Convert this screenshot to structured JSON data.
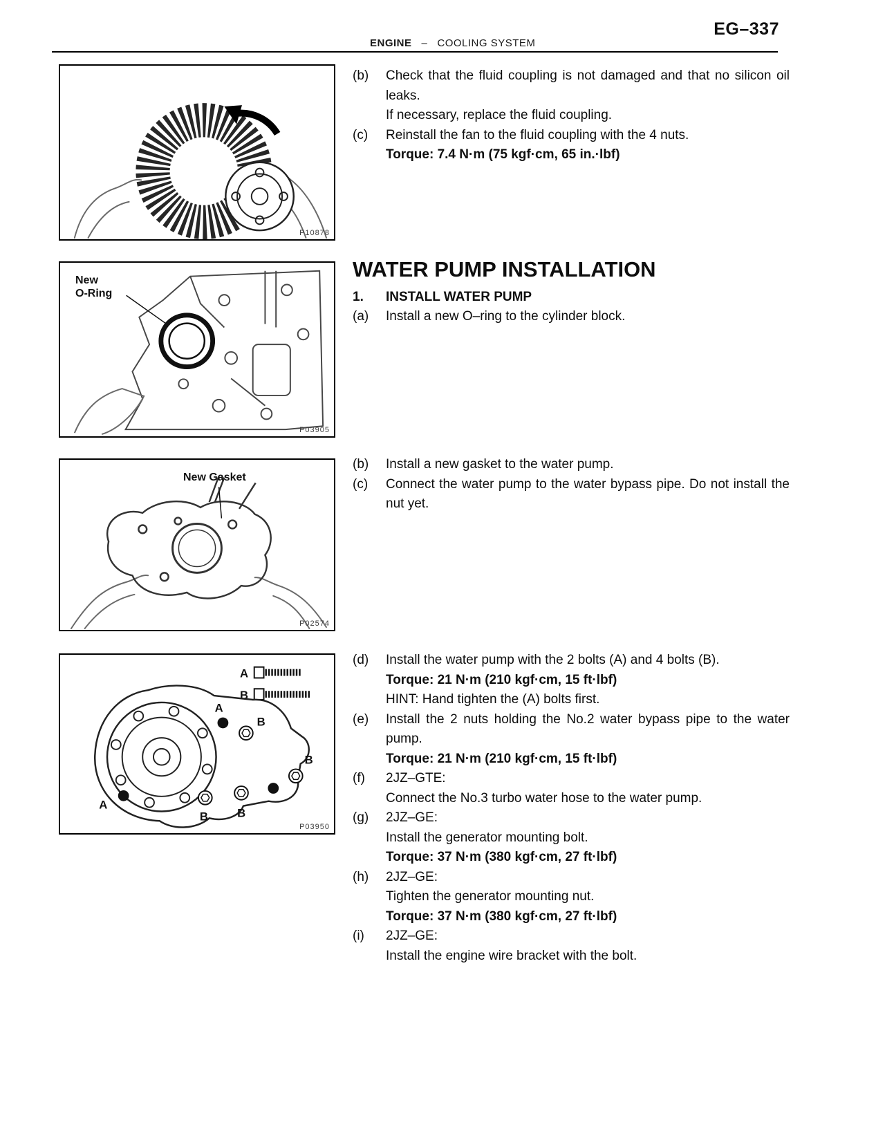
{
  "page": {
    "number": "EG–337",
    "header": {
      "left": "ENGINE",
      "separator": "–",
      "right": "COOLING SYSTEM"
    }
  },
  "figures": {
    "fan_coupling": {
      "code": "P10878"
    },
    "oring": {
      "code": "P03905",
      "label_line1": "New",
      "label_line2": "O-Ring"
    },
    "gasket": {
      "code": "P02574",
      "label": "New Gasket"
    },
    "pump_bolts": {
      "code": "P03950",
      "legend_a": "A",
      "legend_b": "B",
      "mark_a_top": "A",
      "mark_b_top": "B",
      "mark_b_right": "B",
      "mark_a_bottom": "A",
      "mark_b_bottom1": "B",
      "mark_b_bottom2": "B"
    }
  },
  "sections": {
    "fan": {
      "steps": [
        {
          "label": "(b)",
          "p1": "Check that the fluid coupling is not damaged and that no silicon oil leaks.",
          "p2": "If necessary, replace the fluid coupling."
        },
        {
          "label": "(c)",
          "p1": "Reinstall the fan to the fluid coupling with the 4 nuts.",
          "torque": "Torque: 7.4 N·m (75 kgf·cm, 65 in.·lbf)"
        }
      ]
    },
    "install": {
      "title": "WATER PUMP INSTALLATION",
      "step_number": "1.",
      "step_title": "INSTALL WATER PUMP",
      "a": {
        "label": "(a)",
        "text": "Install a new O–ring to the cylinder block."
      },
      "b": {
        "label": "(b)",
        "text": "Install a new gasket to the water pump."
      },
      "c": {
        "label": "(c)",
        "text": "Connect the water pump to the water bypass pipe. Do not install the nut yet."
      },
      "d": {
        "label": "(d)",
        "text": "Install the water pump with the 2 bolts (A) and 4 bolts (B).",
        "torque": "Torque: 21 N·m (210 kgf·cm, 15 ft·lbf)",
        "hint": "HINT: Hand tighten the (A) bolts first."
      },
      "e": {
        "label": "(e)",
        "text": "Install the 2 nuts holding the No.2 water bypass pipe to the water pump.",
        "torque": "Torque: 21 N·m (210 kgf·cm, 15 ft·lbf)"
      },
      "f": {
        "label": "(f)",
        "engine": "2JZ–GTE:",
        "text": "Connect the No.3 turbo water hose to the water pump."
      },
      "g": {
        "label": "(g)",
        "engine": "2JZ–GE:",
        "text": "Install the generator mounting bolt.",
        "torque": "Torque: 37 N·m (380 kgf·cm, 27 ft·lbf)"
      },
      "h": {
        "label": "(h)",
        "engine": "2JZ–GE:",
        "text": "Tighten the generator mounting nut.",
        "torque": "Torque: 37 N·m (380 kgf·cm, 27 ft·lbf)"
      },
      "i": {
        "label": "(i)",
        "engine": "2JZ–GE:",
        "text": "Install the engine wire bracket with the bolt."
      }
    }
  }
}
